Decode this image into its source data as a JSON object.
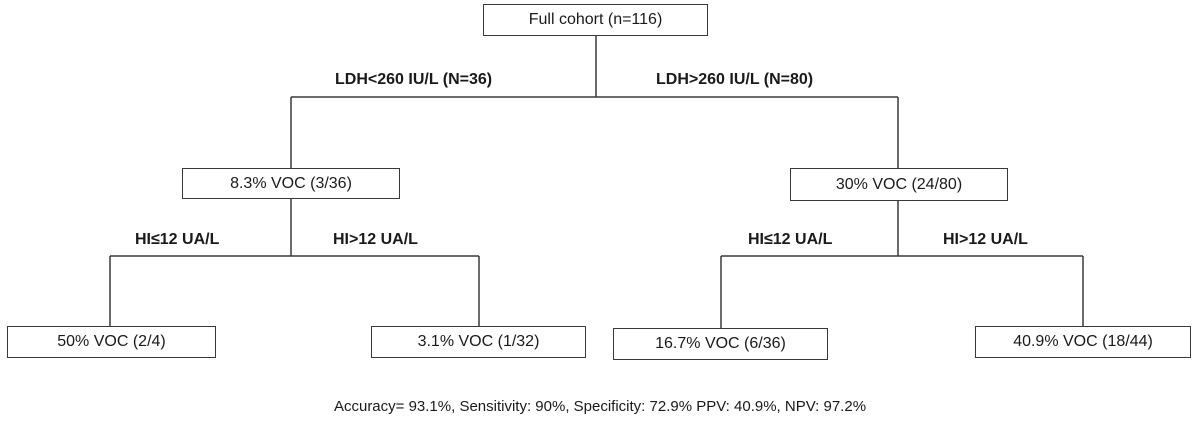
{
  "nodes": {
    "root": "Full cohort (n=116)",
    "low_ldh": "8.3% VOC (3/36)",
    "high_ldh": "30% VOC (24/80)",
    "low_ldh_low_hi": "50% VOC (2/4)",
    "low_ldh_high_hi": "3.1% VOC (1/32)",
    "high_ldh_low_hi": "16.7% VOC (6/36)",
    "high_ldh_high_hi": "40.9% VOC (18/44)"
  },
  "branches": {
    "ldh_low": "LDH<260 IU/L (N=36)",
    "ldh_high": "LDH>260 IU/L (N=80)",
    "left_hi_low": "HI≤12 UA/L",
    "left_hi_high": "HI>12 UA/L",
    "right_hi_low": "HI≤12 UA/L",
    "right_hi_high": "HI>12 UA/L"
  },
  "footer": "Accuracy= 93.1%, Sensitivity: 90%, Specificity: 72.9% PPV: 40.9%, NPV: 97.2%"
}
